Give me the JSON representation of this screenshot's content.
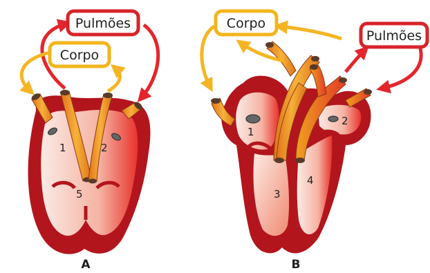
{
  "diagram": {
    "labels": {
      "lungs": "Pulmões",
      "body": "Corpo"
    },
    "colors": {
      "lungs_box": "#d8232a",
      "body_box": "#f2b51c",
      "heart_wall": "#b3151d",
      "chamber_light": "#fbe6e0",
      "chamber_red": "#e93a2f",
      "vessel_orange": "#f39a1d",
      "arrow_red": "#e3262c",
      "arrow_yellow": "#f5b523"
    },
    "heart_a": {
      "panel_label": "A",
      "chambers": [
        "1",
        "2",
        "5"
      ]
    },
    "heart_b": {
      "panel_label": "B",
      "chambers": [
        "1",
        "2",
        "3",
        "4"
      ]
    }
  }
}
